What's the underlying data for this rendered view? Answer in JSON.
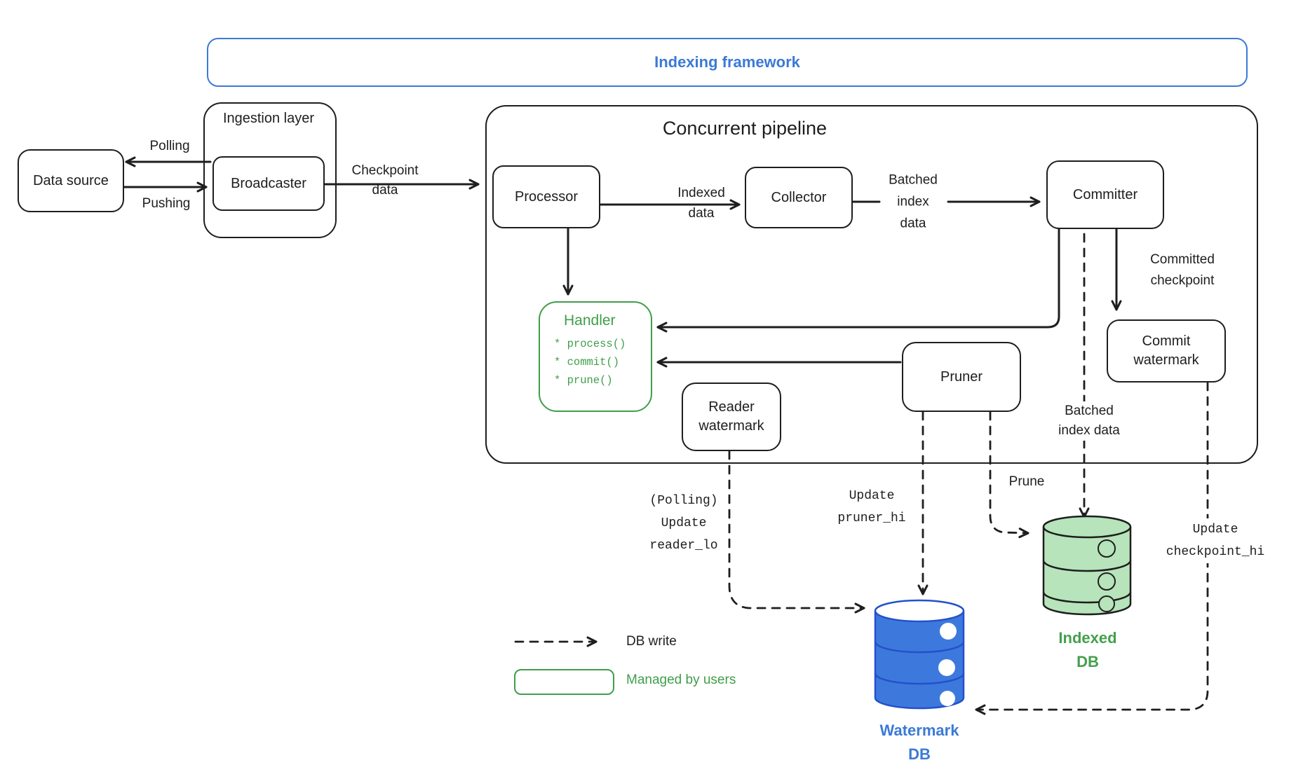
{
  "banner": {
    "label": "Indexing framework"
  },
  "pipeline": {
    "title": "Concurrent pipeline"
  },
  "ingestion": {
    "title": "Ingestion layer"
  },
  "nodes": {
    "data_source": "Data source",
    "broadcaster": "Broadcaster",
    "processor": "Processor",
    "collector": "Collector",
    "committer": "Committer",
    "commit_watermark": "Commit\nwatermark",
    "reader_watermark": "Reader\nwatermark",
    "pruner": "Pruner",
    "handler": {
      "title": "Handler",
      "methods": [
        "* process()",
        "* commit()",
        "* prune()"
      ]
    }
  },
  "edges": {
    "polling": "Polling",
    "pushing": "Pushing",
    "checkpoint_data": "Checkpoint\ndata",
    "indexed_data": "Indexed\ndata",
    "batched_index_data_top": "Batched\nindex\ndata",
    "committed_checkpoint": "Committed\ncheckpoint",
    "batched_index_data_bottom": "Batched\nindex data",
    "update_reader_lo": "(Polling)\nUpdate\nreader_lo",
    "update_pruner_hi": "Update\npruner_hi",
    "prune": "Prune",
    "update_checkpoint_hi": "Update\ncheckpoint_hi"
  },
  "databases": {
    "watermark": "Watermark\nDB",
    "indexed": "Indexed\nDB"
  },
  "legend": {
    "db_write": "DB write",
    "managed_by_users": "Managed by users"
  },
  "colors": {
    "ink": "#1e1e1e",
    "blue": "#3b7ad6",
    "blue_fill": "#3d79dd",
    "blue_stroke": "#2351cc",
    "green": "#3f9e4a",
    "green_fill": "#b7e4bb"
  }
}
